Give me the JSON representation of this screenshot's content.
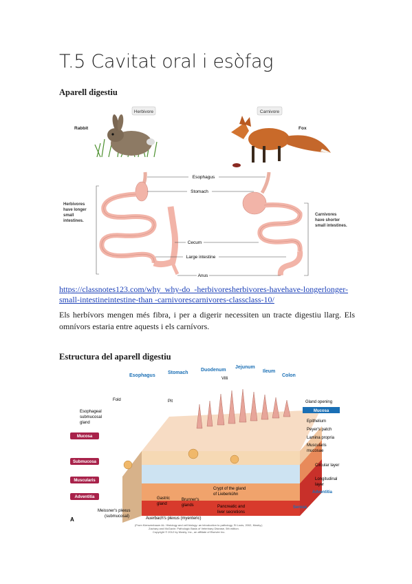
{
  "page": {
    "title": "T.5 Cavitat oral i esòfag",
    "section1_heading": "Aparell digestiu",
    "link": "https://classnotes123.com/why_why-do_-herbivoresherbivores-havehave-longerlonger-small-intestineintestine-than -carnivorescarnivores-classclass-10/",
    "paragraph": "Els herbívors mengen més fibra, i per a digerir necessiten un tracte digestiu llarg. Els omnívors estaria entre aquests i els carnívors.",
    "section2_heading": "Estructura del aparell digestiu"
  },
  "figure1": {
    "herbivore_tag": "Herbivore",
    "carnivore_tag": "Carnivore",
    "rabbit": "Rabbit",
    "fox": "Fox",
    "esophagus": "Esophagus",
    "stomach": "Stomach",
    "cecum": "Cecum",
    "large_intestine": "Large intestine",
    "anus": "Anus",
    "herb_note": [
      "Herbivores",
      "have longer",
      "small",
      "intestines."
    ],
    "carn_note": [
      "Carnivores",
      "have shorter",
      "small intestines."
    ]
  },
  "figure2": {
    "regions": [
      "Esophagus",
      "Stomach",
      "Duodenum",
      "Jejunum",
      "Ileum",
      "Colon"
    ],
    "villi": "Villi",
    "fold": "Fold",
    "pit": "Pit",
    "esophageal_gland": [
      "Esophageal",
      "submucosal",
      "gland"
    ],
    "gland_opening": "Gland opening",
    "mucosa_right": "Mucosa",
    "epithelium": "Epithelium",
    "peyers": "Peyer's patch",
    "lamina": "Lamina propria",
    "muscularis_mucosae": [
      "Muscularis",
      "mucosae"
    ],
    "circular": "Circular layer",
    "longitudinal": [
      "Longitudinal",
      "layer"
    ],
    "adventitia_right": "Adventitia",
    "serosa": "Serosa",
    "left_layers": [
      "Mucosa",
      "Submucosa",
      "Muscularis",
      "Adventitia"
    ],
    "gastric": [
      "Gastric",
      "gland"
    ],
    "brunner": [
      "Brunner's",
      "glands"
    ],
    "crypt": [
      "Crypt of the gland",
      "of Lieberkühn"
    ],
    "pancreatic": [
      "Pancreatic and",
      "liver secretions"
    ],
    "meissner": [
      "Meissner's plexus",
      "(submucosal)"
    ],
    "auerbach": "Auerbach's plexus (myenteric)",
    "letter": "A",
    "credit": [
      "(From Kierszenbaum AL: Histology and cell biology: an introduction to pathology, St Louis, 2002, Mosby.)",
      "Zachary and McGavin: Pathologic Basis of Veterinary Disease, 5th edition.",
      "Copyright © 2012 by Mosby, Inc., an affiliate of Elsevier Inc."
    ]
  },
  "colors": {
    "accent": "#1a6fb5",
    "layer_tag": "#a8224a",
    "intestine": "#f2b4a8"
  }
}
